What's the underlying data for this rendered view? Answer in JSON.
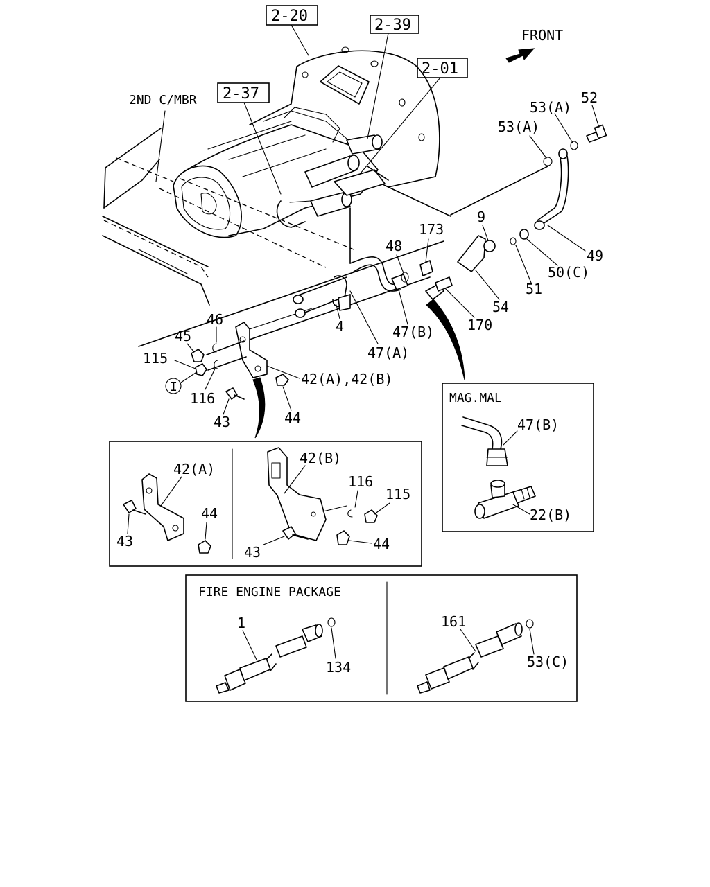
{
  "direction_label": "FRONT",
  "frame_label": "2ND C/MBR",
  "ref_boxes": {
    "r1": "2-20",
    "r2": "2-39",
    "r3": "2-01",
    "r4": "2-37"
  },
  "main_labels": {
    "p53a_1": "53(A)",
    "p53a_2": "53(A)",
    "p52": "52",
    "p9": "9",
    "p173": "173",
    "p48": "48",
    "p49": "49",
    "p50c": "50(C)",
    "p51": "51",
    "p54": "54",
    "p170": "170",
    "p47b": "47(B)",
    "p47a": "47(A)",
    "p4": "4",
    "p46": "46",
    "p45": "45",
    "p115": "115",
    "p116": "116",
    "p43": "43",
    "p44": "44",
    "p42ab": "42(A),42(B)",
    "circle_i": "I"
  },
  "detail_mag": {
    "title": "MAG.MAL",
    "p47b": "47(B)",
    "p22b": "22(B)"
  },
  "detail_bracket": {
    "p42a": "42(A)",
    "p43a": "43",
    "p44a": "44",
    "p42b": "42(B)",
    "p116": "116",
    "p115": "115",
    "p43b": "43",
    "p44b": "44"
  },
  "detail_fire": {
    "title": "FIRE ENGINE PACKAGE",
    "p1": "1",
    "p134": "134",
    "p161": "161",
    "p53c": "53(C)"
  }
}
